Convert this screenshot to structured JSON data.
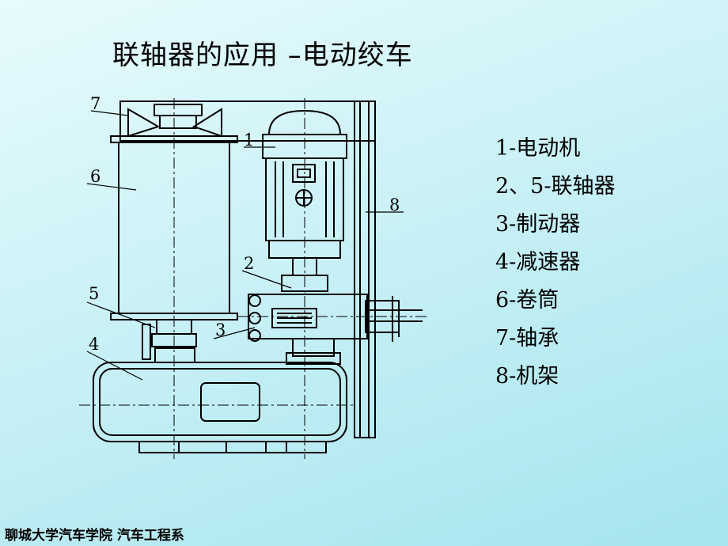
{
  "slide": {
    "title": "联轴器的应用 –电动绞车",
    "footer": "聊城大学汽车学院  汽车工程系"
  },
  "diagram": {
    "callouts": [
      "1",
      "2",
      "3",
      "4",
      "5",
      "6",
      "7",
      "8"
    ]
  },
  "legend": {
    "items": [
      "1-电动机",
      "2、5-联轴器",
      "3-制动器",
      "4-减速器",
      "6-卷筒",
      "7-轴承",
      "8-机架"
    ]
  }
}
